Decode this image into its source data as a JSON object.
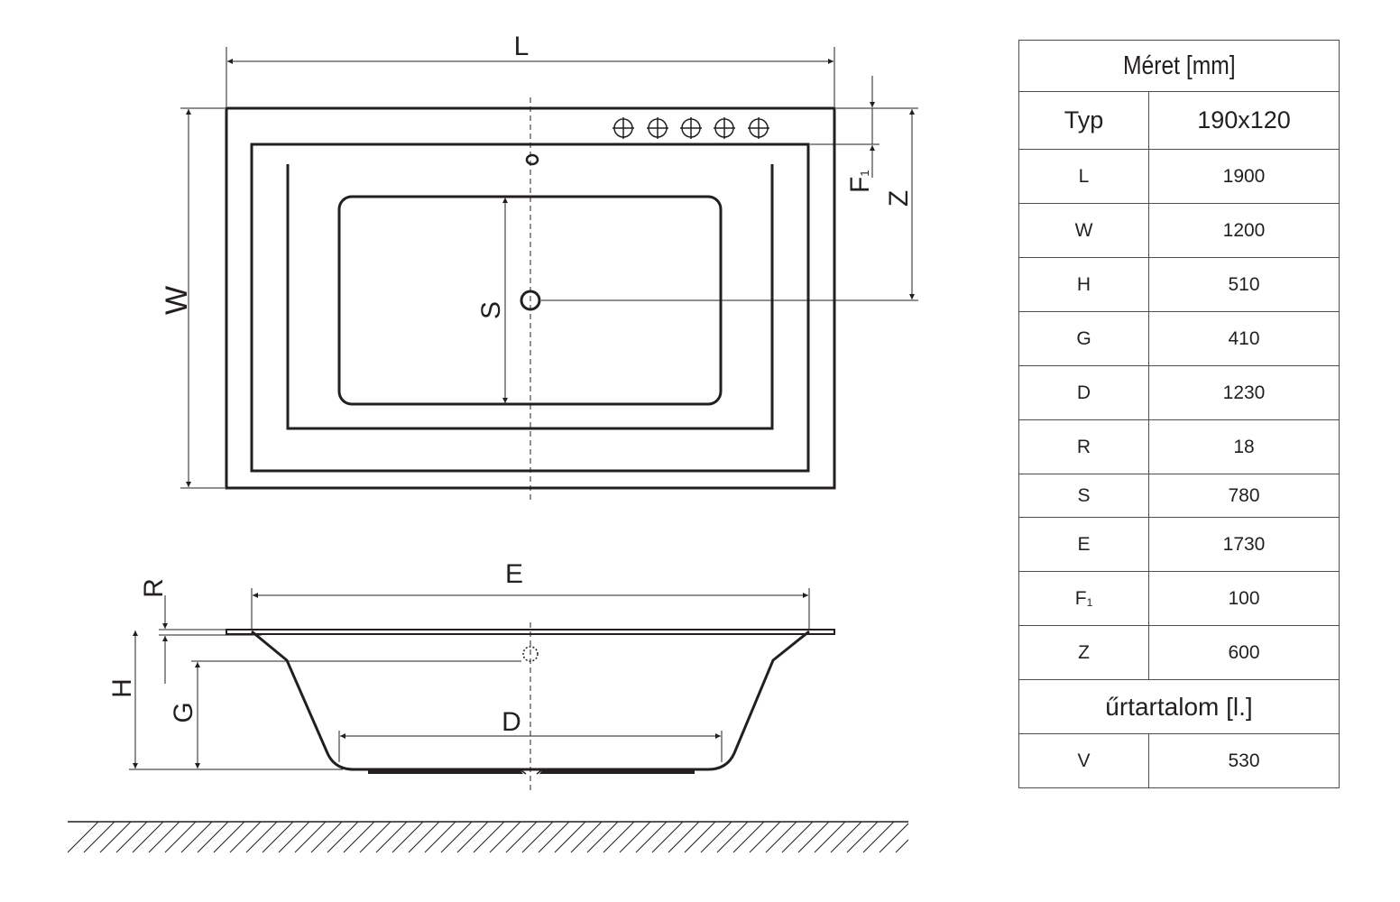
{
  "drawing": {
    "labels": {
      "L": "L",
      "W": "W",
      "S": "S",
      "F1_main": "F",
      "F1_sub": "1",
      "Z": "Z",
      "E": "E",
      "R": "R",
      "H": "H",
      "G": "G",
      "D": "D"
    }
  },
  "table": {
    "header": "Méret [mm]",
    "typ_label": "Typ",
    "typ_value": "190x120",
    "rows": [
      {
        "key": "L",
        "value": "1900"
      },
      {
        "key": "W",
        "value": "1200"
      },
      {
        "key": "H",
        "value": "510"
      },
      {
        "key": "G",
        "value": "410"
      },
      {
        "key": "D",
        "value": "1230"
      },
      {
        "key": "R",
        "value": "18"
      },
      {
        "key": "S",
        "value": "780"
      },
      {
        "key": "E",
        "value": "1730"
      },
      {
        "key": "F",
        "key_sub": "1",
        "value": "100"
      },
      {
        "key": "Z",
        "value": "600"
      }
    ],
    "volume_label": "űrtartalom [l.]",
    "volume_key": "V",
    "volume_value": "530"
  }
}
